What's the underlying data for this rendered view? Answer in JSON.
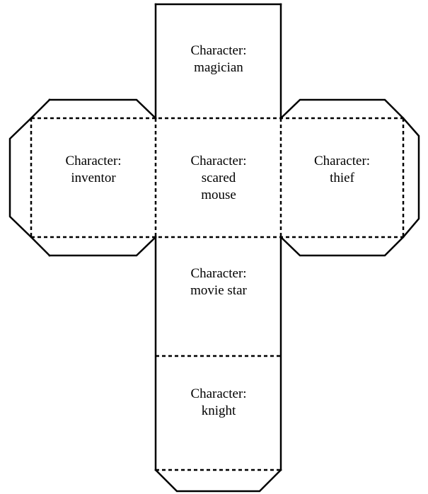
{
  "faces": {
    "top": {
      "title": "Character:",
      "name": [
        "magician"
      ]
    },
    "left": {
      "title": "Character:",
      "name": [
        "inventor"
      ]
    },
    "center": {
      "title": "Character:",
      "name": [
        "scared",
        "mouse"
      ]
    },
    "right": {
      "title": "Character:",
      "name": [
        "thief"
      ]
    },
    "below": {
      "title": "Character:",
      "name": [
        "movie star"
      ]
    },
    "bottom": {
      "title": "Character:",
      "name": [
        "knight"
      ]
    }
  }
}
